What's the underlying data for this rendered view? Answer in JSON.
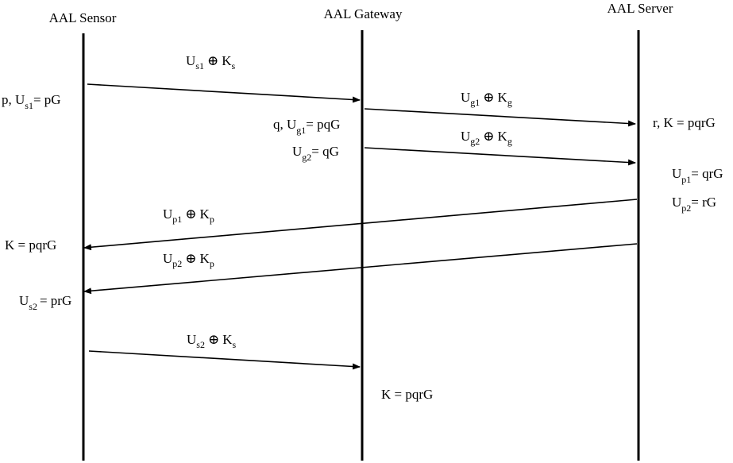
{
  "actors": {
    "sensor": "AAL Sensor",
    "gateway": "AAL Gateway",
    "server": "AAL Server"
  },
  "symbols": {
    "xor": "⊕"
  },
  "messages": {
    "m1": {
      "base": "U",
      "sub": "s1",
      "key": "K",
      "ksub": "s"
    },
    "m2": {
      "base": "U",
      "sub": "g1",
      "key": "K",
      "ksub": "g"
    },
    "m3": {
      "base": "U",
      "sub": "g2",
      "key": "K",
      "ksub": "g"
    },
    "m4": {
      "base": "U",
      "sub": "p1",
      "key": "K",
      "ksub": "p"
    },
    "m5": {
      "base": "U",
      "sub": "p2",
      "key": "K",
      "ksub": "p"
    },
    "m6": {
      "base": "U",
      "sub": "s2",
      "key": "K",
      "ksub": "s"
    }
  },
  "computations": {
    "sensor_init_prefix": "p, U",
    "sensor_init_sub": "s1",
    "sensor_init_suffix": "= pG",
    "sensor_key": "K = pqrG",
    "sensor_us2_base": "U",
    "sensor_us2_sub": "s2",
    "sensor_us2_suffix": "= prG",
    "gateway_q_prefix": "q, U",
    "gateway_q_sub": "g1",
    "gateway_q_suffix": "= pqG",
    "gateway_ug2_base": "U",
    "gateway_ug2_sub": "g2",
    "gateway_ug2_suffix": "= qG",
    "gateway_key": "K = pqrG",
    "server_key": "r, K = pqrG",
    "server_up1_base": "U",
    "server_up1_sub": "p1",
    "server_up1_suffix": "=  qrG",
    "server_up2_base": "U",
    "server_up2_sub": "p2",
    "server_up2_suffix": "=  rG"
  }
}
